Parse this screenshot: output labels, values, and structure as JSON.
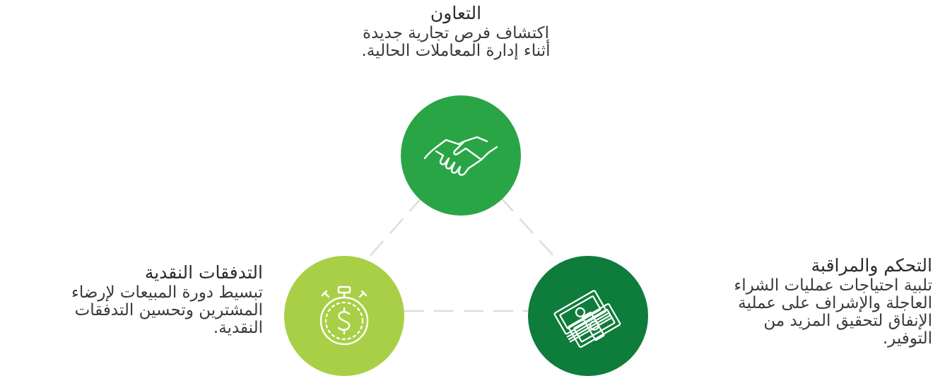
{
  "colors": {
    "collaboration_circle": "#2aa545",
    "cashflow_circle": "#a9cf46",
    "control_circle": "#0e7c3a",
    "connector": "#dddddd"
  },
  "collaboration": {
    "icon": "handshake-icon",
    "title": "التعاون",
    "lines": [
      "اكتشاف فرص تجارية جديدة",
      "أثناء إدارة المعاملات الحالية."
    ]
  },
  "cashflow": {
    "icon": "stopwatch-dollar-icon",
    "title": "التدفقات النقدية",
    "lines": [
      "تبسيط دورة المبيعات لإرضاء",
      "المشترين وتحسين التدفقات",
      "النقدية."
    ]
  },
  "control": {
    "icon": "money-stack-icon",
    "title": "التحكم والمراقبة",
    "lines": [
      "تلبية احتياجات عمليات الشراء",
      "العاجلة والإشراف على عملية",
      "الإنفاق لتحقيق المزيد من",
      "التوفير."
    ]
  }
}
